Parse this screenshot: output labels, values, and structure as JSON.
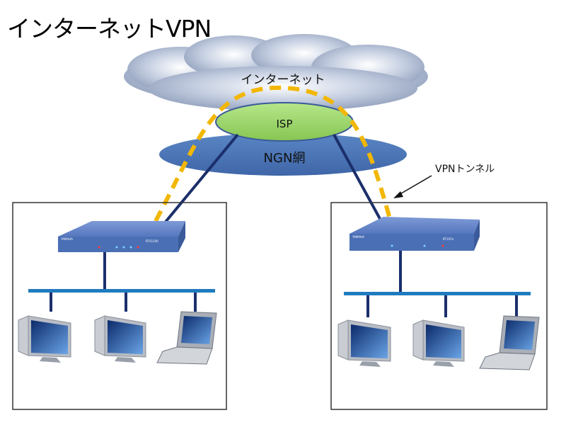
{
  "title": "インターネットVPN",
  "labels": {
    "internet": "インターネット",
    "isp": "ISP",
    "ngn": "NGN網",
    "vpn_tunnel": "VPNトンネル"
  },
  "routers": {
    "left_model": "RTX1100",
    "right_model": "RT107e",
    "brand": "YAMAHA"
  },
  "colors": {
    "cloud": "#9aa9c4",
    "isp": "#9fd86a",
    "ngn": "#4d78b8",
    "lan": "#1f7bbf",
    "tunnel": "#f2b705",
    "line": "#1b2f6b",
    "router": "#4a6fb5"
  }
}
